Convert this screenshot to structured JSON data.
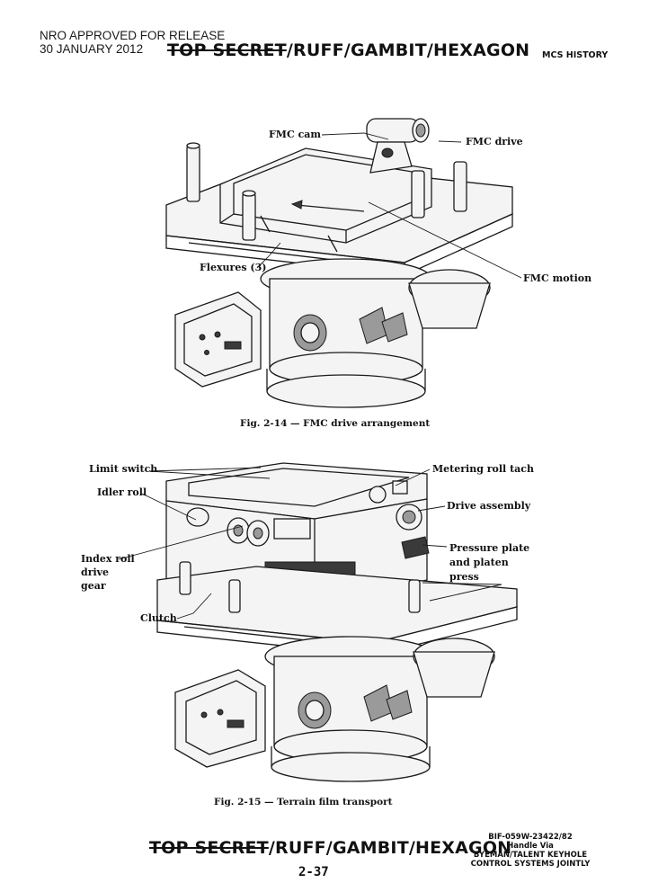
{
  "header": {
    "release_line1": "NRO APPROVED FOR RELEASE",
    "release_line2": "30 JANUARY 2012",
    "classification_struck": "TOP SECRET",
    "classification_rest": "/RUFF/GAMBIT/HEXAGON",
    "section": "MCS HISTORY"
  },
  "figure1": {
    "labels": {
      "fmc_cam": "FMC cam",
      "fmc_drive": "FMC drive",
      "flexures": "Flexures (3)",
      "fmc_motion": "FMC motion"
    },
    "caption": "Fig. 2-14 — FMC drive arrangement"
  },
  "figure2": {
    "labels": {
      "limit_switch": "Limit switch",
      "idler_roll": "Idler roll",
      "metering_roll_tach": "Metering roll tach",
      "drive_assembly": "Drive assembly",
      "index_roll_l1": "Index roll",
      "index_roll_l2": "drive",
      "index_roll_l3": "gear",
      "pressure_l1": "Pressure plate",
      "pressure_l2": "and platen",
      "pressure_l3": "press",
      "clutch": "Clutch"
    },
    "caption": "Fig. 2-15 — Terrain film transport"
  },
  "footer": {
    "classification_struck": "TOP SECRET",
    "classification_rest": "/RUFF/GAMBIT/HEXAGON",
    "page_number": "2-37",
    "control_number": "BIF-059W-23422/82",
    "handle_line1": "Handle Via",
    "handle_line2": "BYEMAN/TALENT KEYHOLE",
    "handle_line3": "CONTROL SYSTEMS JOINTLY"
  }
}
